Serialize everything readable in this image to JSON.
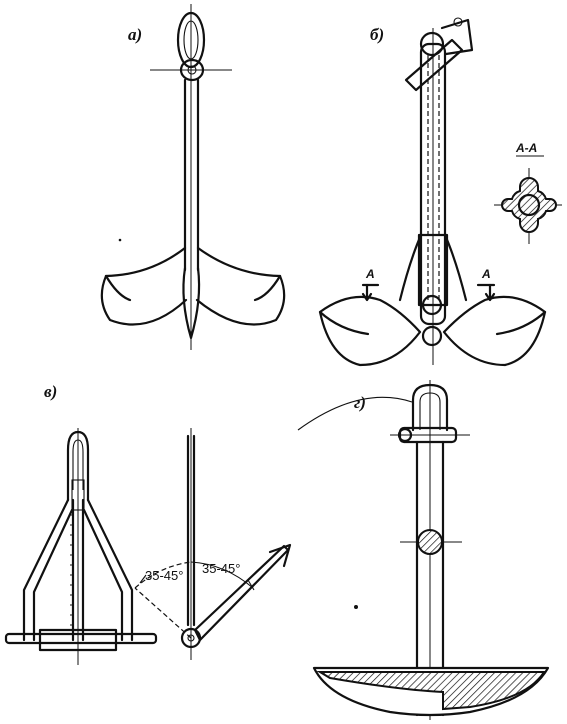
{
  "figure_labels": {
    "a": "а)",
    "b": "б)",
    "v": "в)",
    "g": "г)"
  },
  "section": {
    "title": "А-А",
    "marker_left": "А",
    "marker_right": "А"
  },
  "angles": {
    "left": "35-45°",
    "right": "35-45°"
  }
}
